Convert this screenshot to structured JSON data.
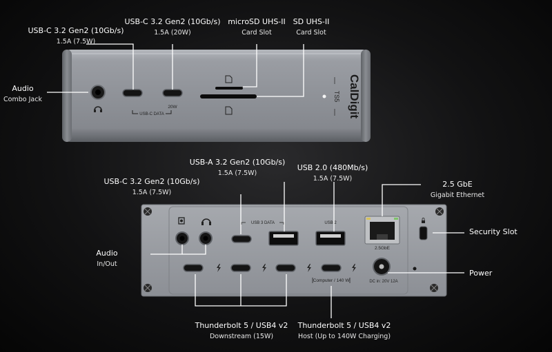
{
  "device": {
    "brand": "CalDigit",
    "model": "TS5",
    "front_labels": {
      "usbc_data": "USB-C DATA",
      "watt": "20W"
    },
    "rear_labels": {
      "usb3_data": "USB 3 DATA",
      "usb2": "USB 2",
      "ethernet": "2.5GbE",
      "computer": "Computer / 140 W",
      "dc_in": "DC in: 20V 12A"
    }
  },
  "callouts": {
    "front_usbc_left": {
      "line1": "USB-C 3.2 Gen2 (10Gb/s)",
      "line2": "1.5A (7.5W)"
    },
    "front_usbc_right": {
      "line1": "USB-C 3.2 Gen2 (10Gb/s)",
      "line2": "1.5A (20W)"
    },
    "microsd": {
      "line1": "microSD UHS-II",
      "line2": "Card Slot"
    },
    "sd": {
      "line1": "SD UHS-II",
      "line2": "Card Slot"
    },
    "audio_combo": {
      "line1": "Audio",
      "line2": "Combo Jack"
    },
    "rear_usba": {
      "line1": "USB-A 3.2 Gen2 (10Gb/s)",
      "line2": "1.5A (7.5W)"
    },
    "rear_usb2": {
      "line1": "USB 2.0 (480Mb/s)",
      "line2": "1.5A (7.5W)"
    },
    "rear_usbc": {
      "line1": "USB-C 3.2 Gen2 (10Gb/s)",
      "line2": "1.5A (7.5W)"
    },
    "ethernet": {
      "line1": "2.5 GbE",
      "line2": "Gigabit Ethernet"
    },
    "security": {
      "line1": "Security Slot"
    },
    "audio_inout": {
      "line1": "Audio",
      "line2": "In/Out"
    },
    "power": {
      "line1": "Power"
    },
    "tb_down": {
      "line1": "Thunderbolt 5 / USB4 v2",
      "line2": "Downstream (15W)"
    },
    "tb_host": {
      "line1": "Thunderbolt 5 / USB4 v2",
      "line2": "Host (Up to 140W Charging)"
    }
  },
  "colors": {
    "body": "#8f9298",
    "port": "#111111",
    "line": "#ffffff"
  }
}
